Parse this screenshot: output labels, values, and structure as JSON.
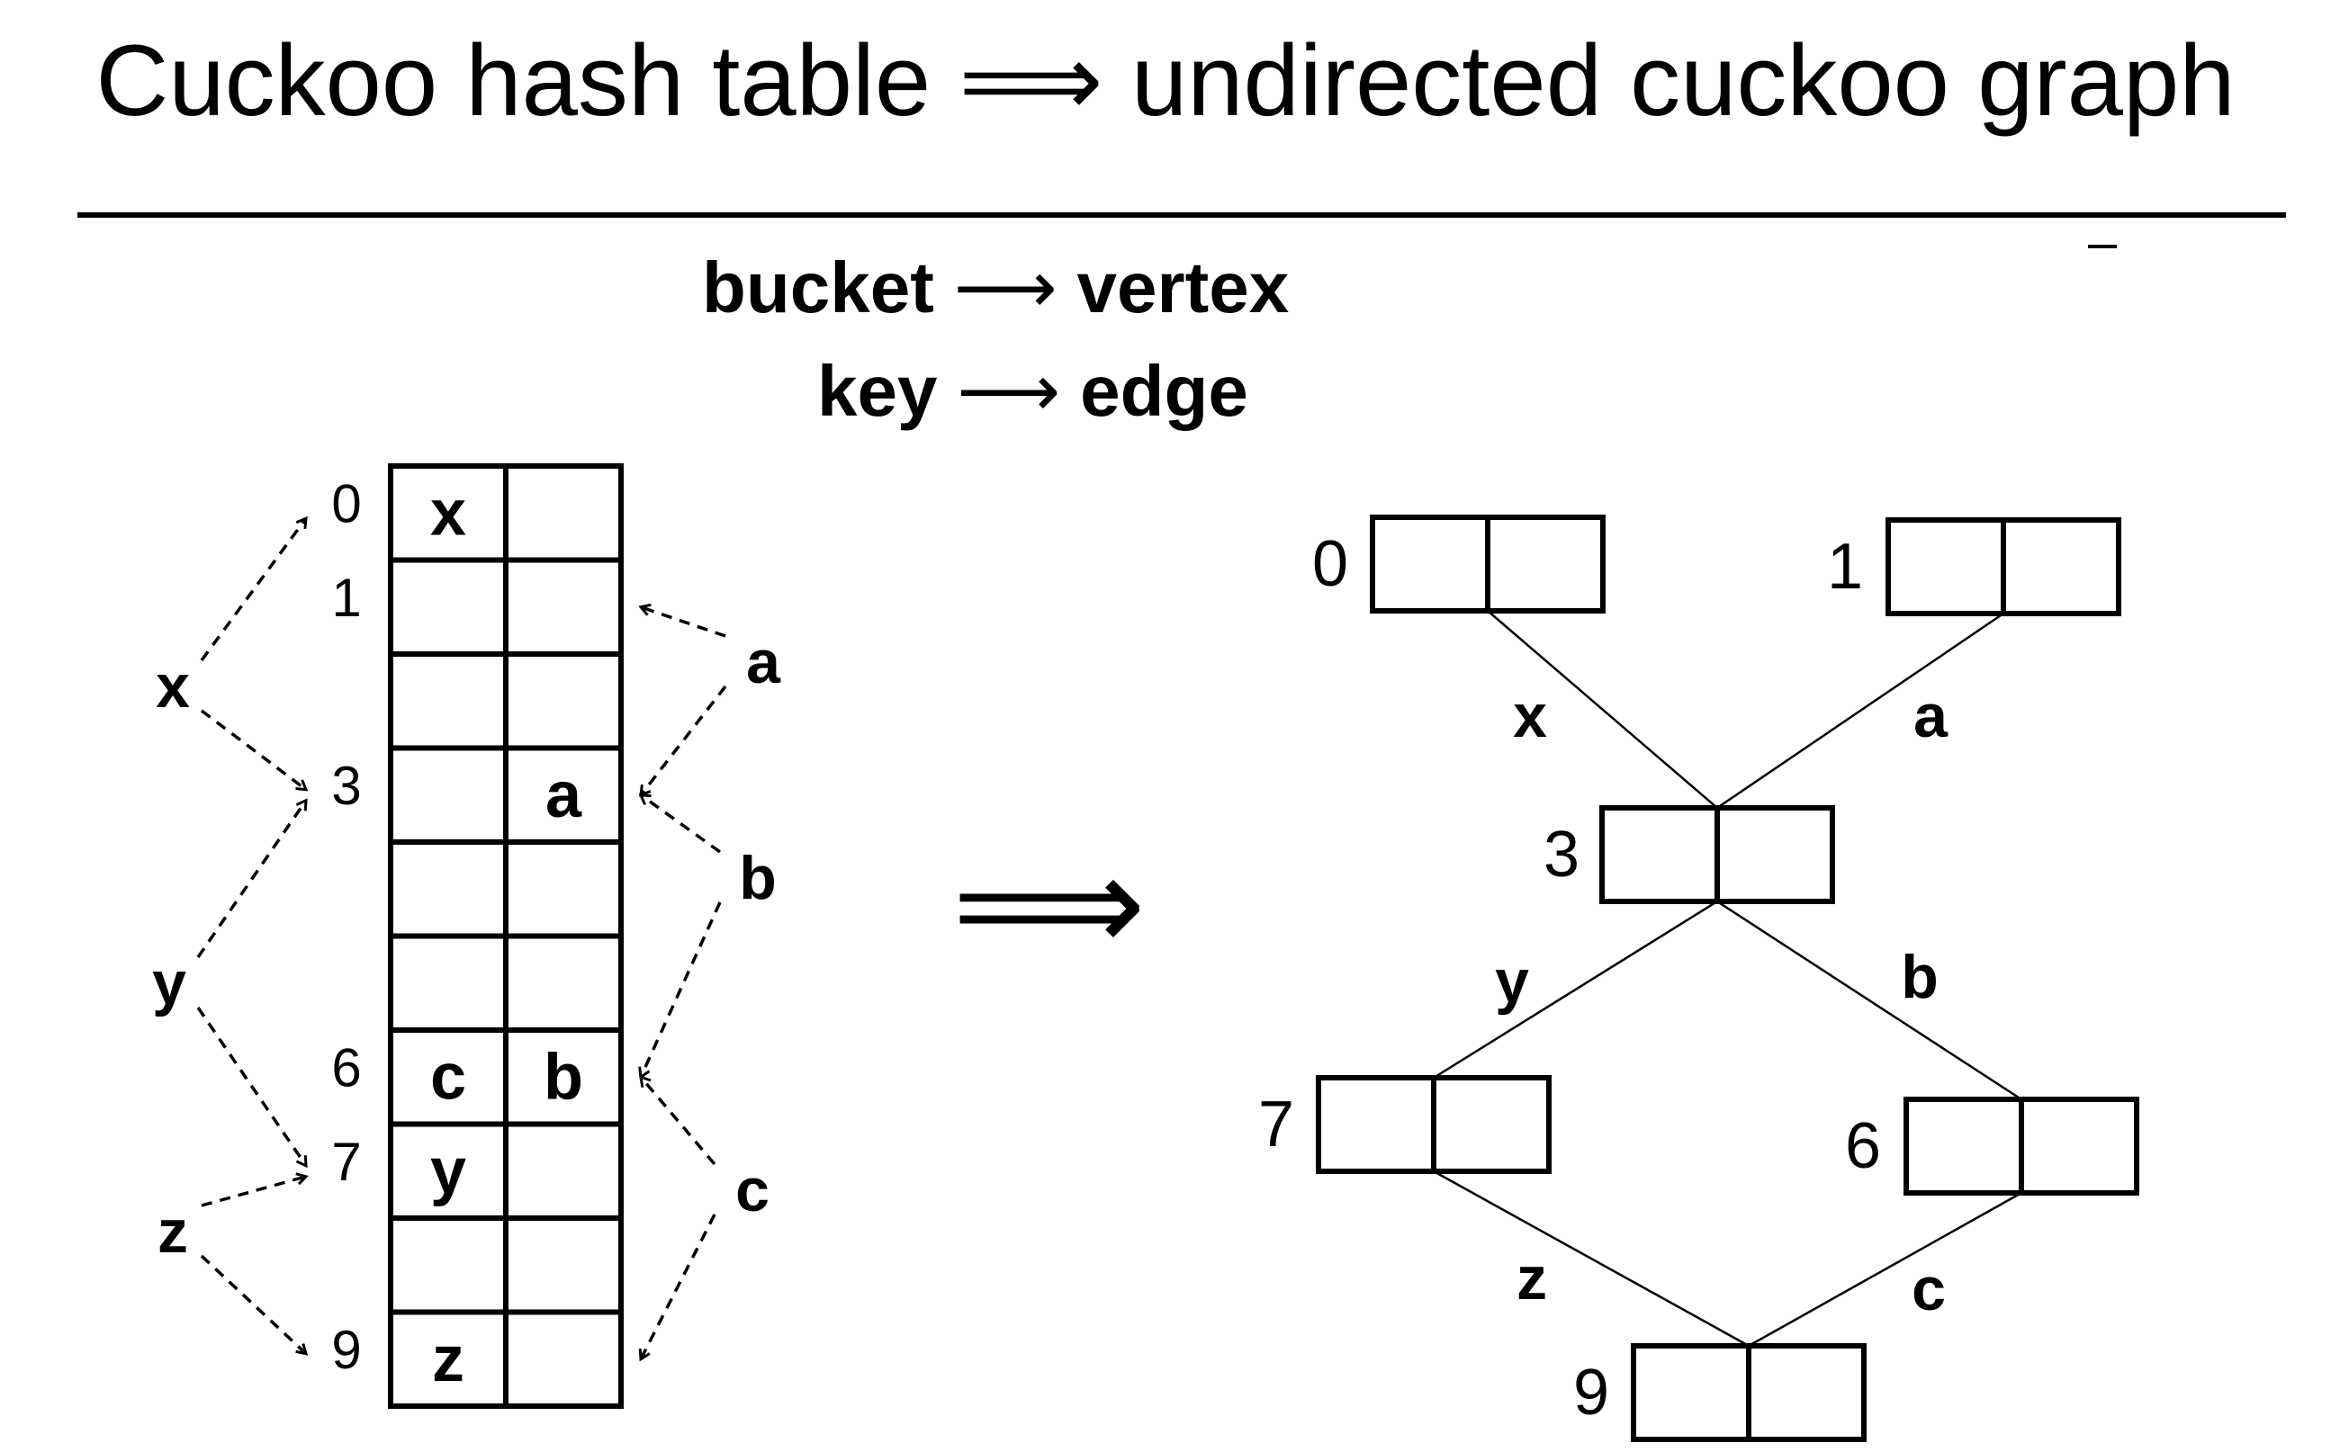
{
  "title": "Cuckoo hash table ⟹ undirected cuckoo graph",
  "mapping": [
    {
      "from": "bucket",
      "arrow": "⟶",
      "to": "vertex"
    },
    {
      "from": "key",
      "arrow": "⟶",
      "to": "edge"
    }
  ],
  "transform_arrow": "⟹",
  "hash_table": {
    "rows": [
      {
        "index": "0",
        "slots": [
          "x",
          ""
        ]
      },
      {
        "index": "1",
        "slots": [
          "",
          ""
        ]
      },
      {
        "index": "",
        "slots": [
          "",
          ""
        ]
      },
      {
        "index": "3",
        "slots": [
          "",
          "a"
        ]
      },
      {
        "index": "",
        "slots": [
          "",
          ""
        ]
      },
      {
        "index": "",
        "slots": [
          "",
          ""
        ]
      },
      {
        "index": "6",
        "slots": [
          "c",
          "b"
        ]
      },
      {
        "index": "7",
        "slots": [
          "y",
          ""
        ]
      },
      {
        "index": "",
        "slots": [
          "",
          ""
        ]
      },
      {
        "index": "9",
        "slots": [
          "z",
          ""
        ]
      }
    ],
    "left_keys": [
      {
        "key": "x",
        "targets": [
          "0",
          "3"
        ]
      },
      {
        "key": "y",
        "targets": [
          "3",
          "7"
        ]
      },
      {
        "key": "z",
        "targets": [
          "7",
          "9"
        ]
      }
    ],
    "right_keys": [
      {
        "key": "a",
        "targets": [
          "1",
          "3"
        ]
      },
      {
        "key": "b",
        "targets": [
          "3",
          "6"
        ]
      },
      {
        "key": "c",
        "targets": [
          "6",
          "9"
        ]
      }
    ]
  },
  "graph": {
    "vertices": [
      "0",
      "1",
      "3",
      "7",
      "6",
      "9"
    ],
    "edges": [
      {
        "label": "x",
        "from": "0",
        "to": "3"
      },
      {
        "label": "a",
        "from": "1",
        "to": "3"
      },
      {
        "label": "y",
        "from": "3",
        "to": "7"
      },
      {
        "label": "b",
        "from": "3",
        "to": "6"
      },
      {
        "label": "z",
        "from": "7",
        "to": "9"
      },
      {
        "label": "c",
        "from": "6",
        "to": "9"
      }
    ]
  }
}
